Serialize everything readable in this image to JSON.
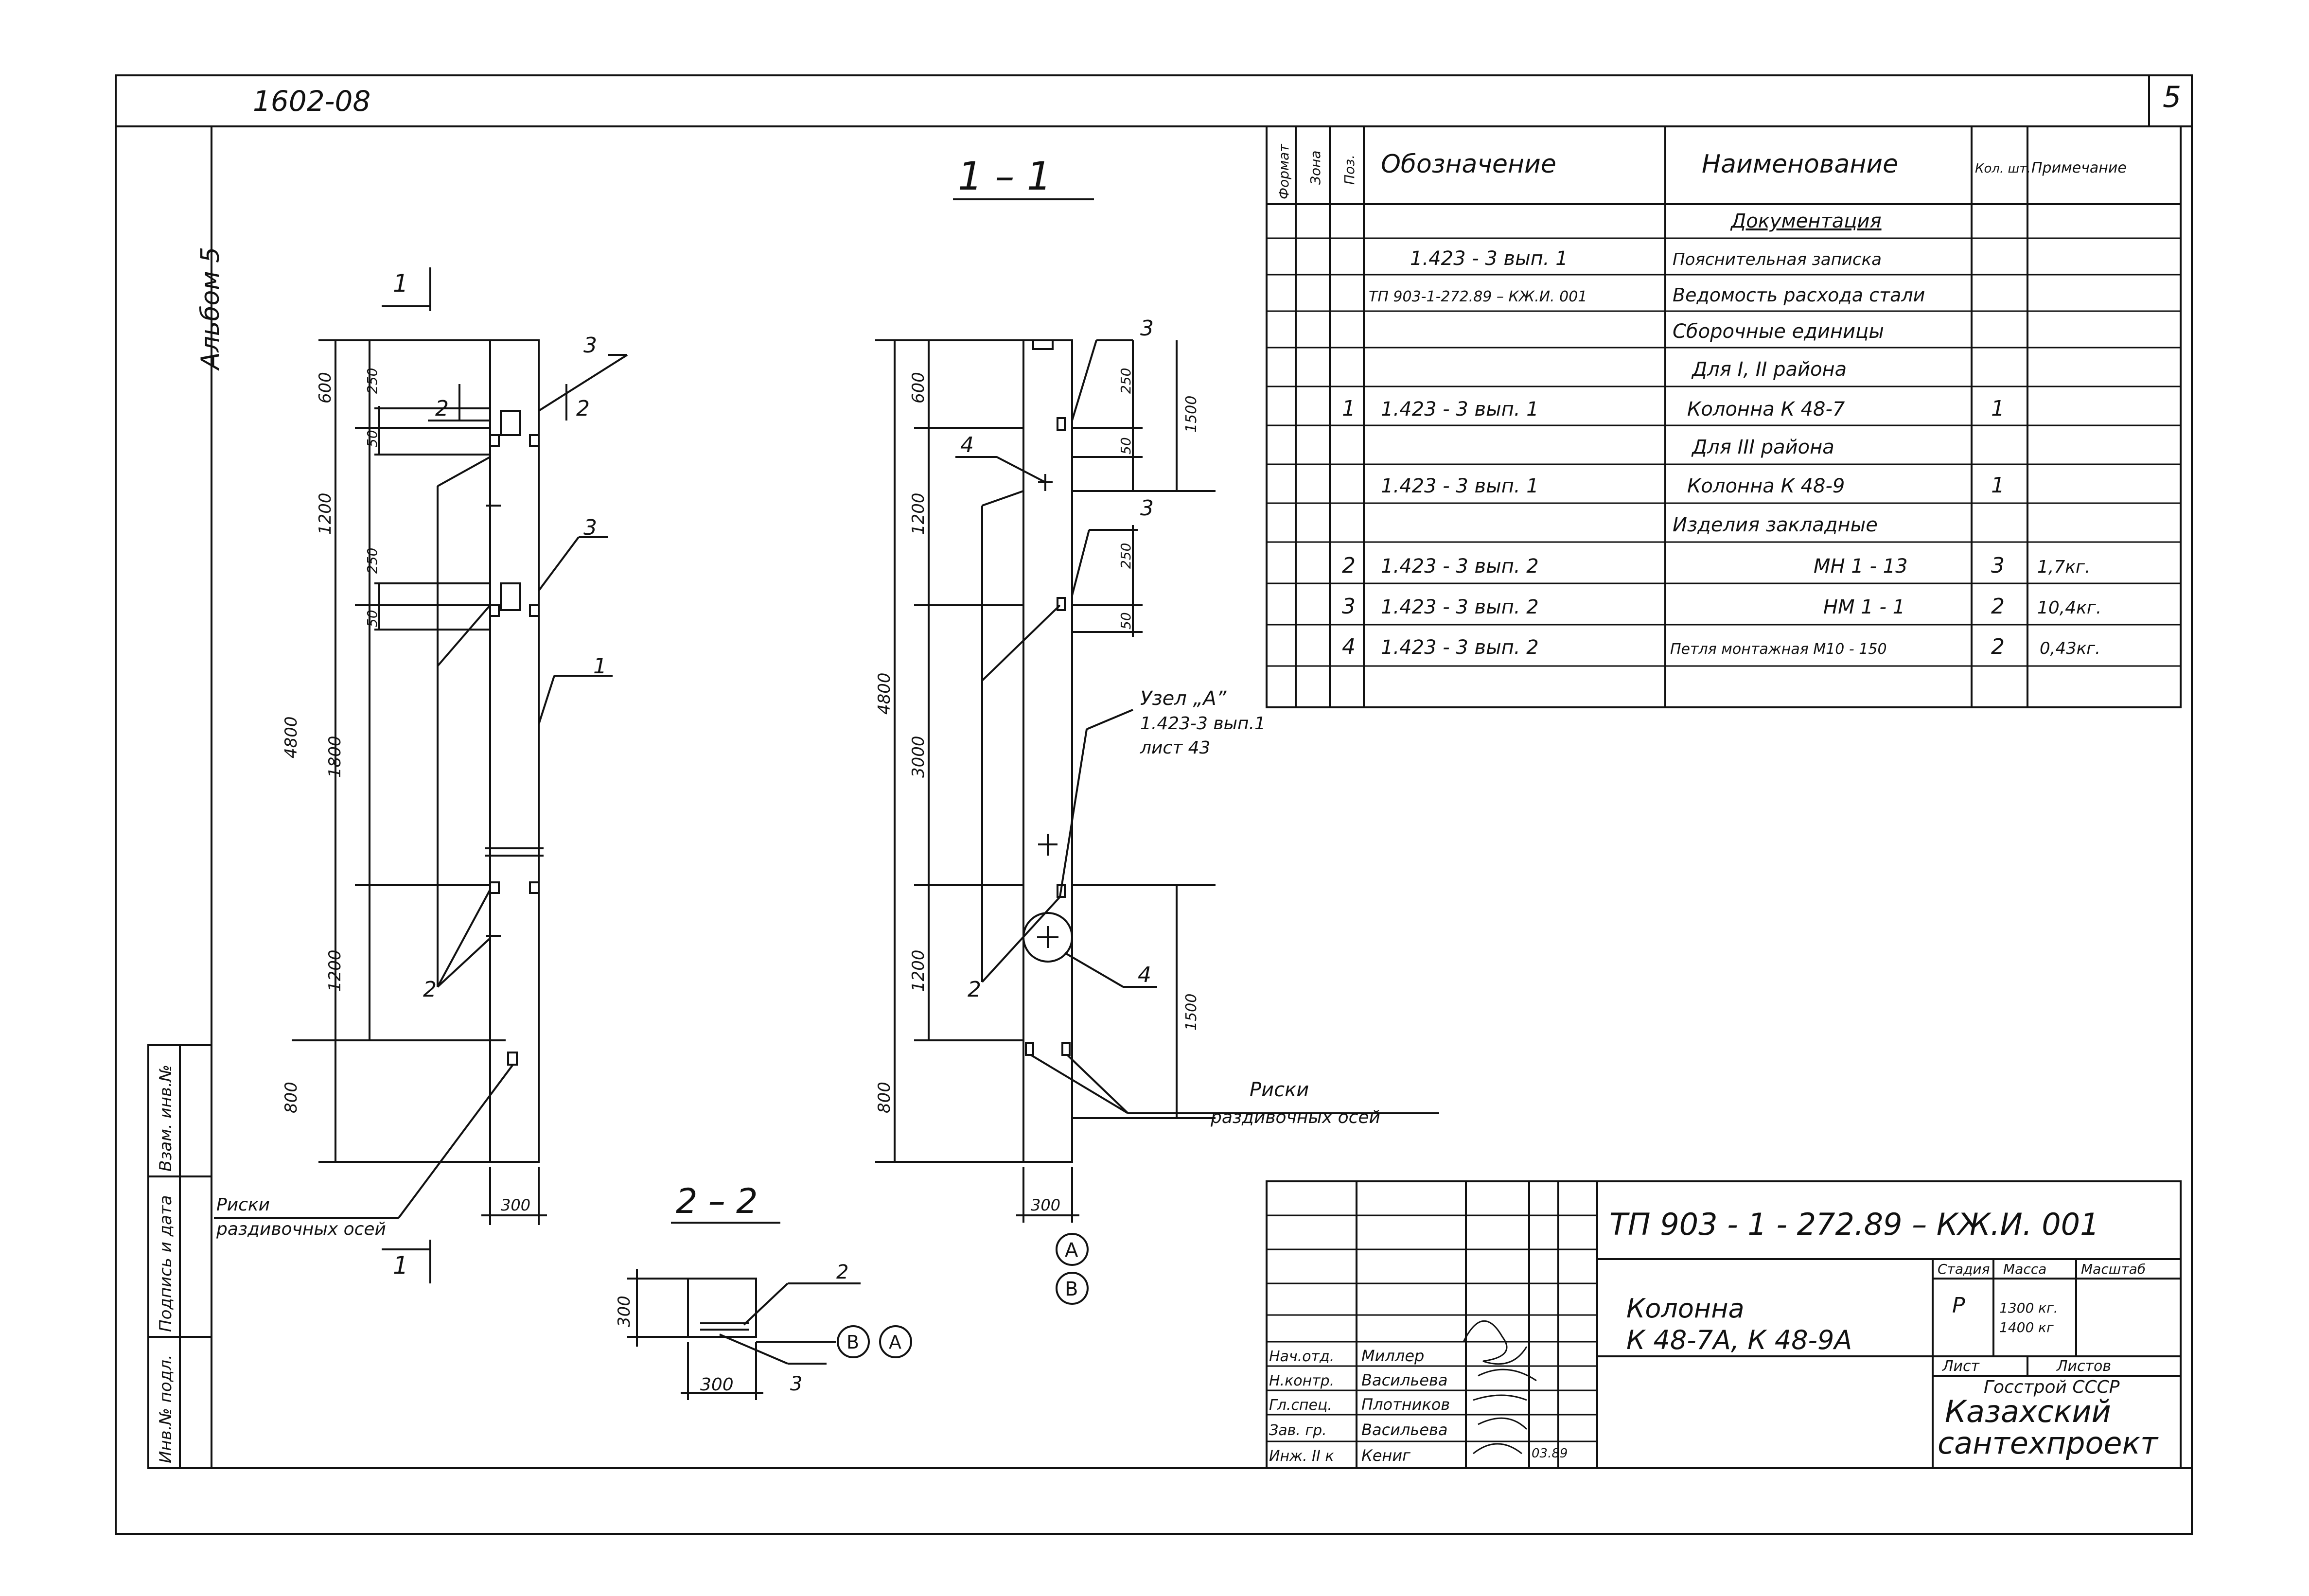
{
  "header": {
    "album_code": "1602-08",
    "sheet_number": "5",
    "album_side": "Альбом 5"
  },
  "sections": {
    "s11": "1 – 1",
    "s22": "2 – 2",
    "cut_mark": "1"
  },
  "view_left": {
    "dims": [
      "600",
      "1200",
      "1800",
      "1200",
      "800",
      "4800",
      "250",
      "50",
      "250",
      "50",
      "300"
    ],
    "cut_label": "2",
    "positions": [
      "3",
      "3",
      "1",
      "2"
    ],
    "marks_label_1": "Риски",
    "marks_label_2": "раздивочных осей"
  },
  "view_middle": {
    "dims": [
      "600",
      "1200",
      "3000",
      "1200",
      "800",
      "4800",
      "250",
      "50",
      "250",
      "50",
      "1500",
      "1500",
      "300"
    ],
    "positions": [
      "3",
      "4",
      "3",
      "2",
      "4"
    ],
    "node_label_1": "Узел „А”",
    "node_label_2": "1.423-3 вып.1",
    "node_label_3": "лист 43",
    "marks_label_1": "Риски",
    "marks_label_2": "раздивочных осей",
    "axis_a": "А",
    "axis_b": "В"
  },
  "section22": {
    "dim_h": "300",
    "dim_w": "300",
    "pos_top": "2",
    "pos_bottom": "3",
    "axis_b": "В",
    "axis_a": "А"
  },
  "spec": {
    "headers": [
      "Формат",
      "Зона",
      "Поз.",
      "Обозначение",
      "Наименование",
      "Кол. шт.",
      "Примечание"
    ],
    "rows": [
      {
        "pos": "",
        "designation": "",
        "name": "Документация",
        "qty": "",
        "note": "",
        "section": true
      },
      {
        "pos": "",
        "designation": "1.423 - 3  вып. 1",
        "name": "Пояснительная записка",
        "qty": "",
        "note": ""
      },
      {
        "pos": "",
        "designation": "ТП 903-1-272.89 – КЖ.И. 001",
        "name": "Ведомость расхода стали",
        "qty": "",
        "note": ""
      },
      {
        "pos": "",
        "designation": "",
        "name": "Сборочные единицы",
        "qty": "",
        "note": ""
      },
      {
        "pos": "",
        "designation": "",
        "name": "Для I, II района",
        "qty": "",
        "note": ""
      },
      {
        "pos": "1",
        "designation": "1.423 - 3    вып. 1",
        "name": "Колонна  К 48-7",
        "qty": "1",
        "note": ""
      },
      {
        "pos": "",
        "designation": "",
        "name": "Для III   района",
        "qty": "",
        "note": ""
      },
      {
        "pos": "",
        "designation": "1.423 - 3    вып. 1",
        "name": "Колонна  К 48-9",
        "qty": "1",
        "note": ""
      },
      {
        "pos": "",
        "designation": "",
        "name": "Изделия  закладные",
        "qty": "",
        "note": ""
      },
      {
        "pos": "2",
        "designation": "1.423 - 3    вып. 2",
        "name": "МН 1 - 13",
        "qty": "3",
        "note": "1,7кг."
      },
      {
        "pos": "3",
        "designation": "1.423 - 3    вып. 2",
        "name": "НМ 1 - 1",
        "qty": "2",
        "note": "10,4кг."
      },
      {
        "pos": "4",
        "designation": "1.423 - 3    вып. 2",
        "name": "Петля монтажная  М10 - 150",
        "qty": "2",
        "note": "0,43кг."
      },
      {
        "pos": "",
        "designation": "",
        "name": "",
        "qty": "",
        "note": ""
      }
    ]
  },
  "title_block": {
    "doc_code": "ТП 903 - 1 - 272.89   – КЖ.И. 001",
    "title_1": "Колонна",
    "title_2": "К 48-7А,  К 48-9А",
    "stage_h": "Стадия",
    "mass_h": "Масса",
    "scale_h": "Масштаб",
    "stage": "Р",
    "mass_1": "1300 кг.",
    "mass_2": "1400 кг",
    "sheet_h": "Лист",
    "sheets_h": "Листов",
    "org_1": "Госстрой СССР",
    "org_2": "Казахский",
    "org_3": "сантехпроект",
    "date": "03.89",
    "people": [
      {
        "role": "Нач.отд.",
        "name": "Миллер"
      },
      {
        "role": "Н.контр.",
        "name": "Васильева"
      },
      {
        "role": "Гл.спец.",
        "name": "Плотников"
      },
      {
        "role": "Зав. гр.",
        "name": "Васильева"
      },
      {
        "role": "Инж. II к",
        "name": "Кениг"
      }
    ]
  },
  "side_stamp": [
    "Инв.№ подл.",
    "Подпись и дата",
    "Взам. инв.№"
  ],
  "colors": {
    "ink": "#111111",
    "paper": "#ffffff"
  }
}
